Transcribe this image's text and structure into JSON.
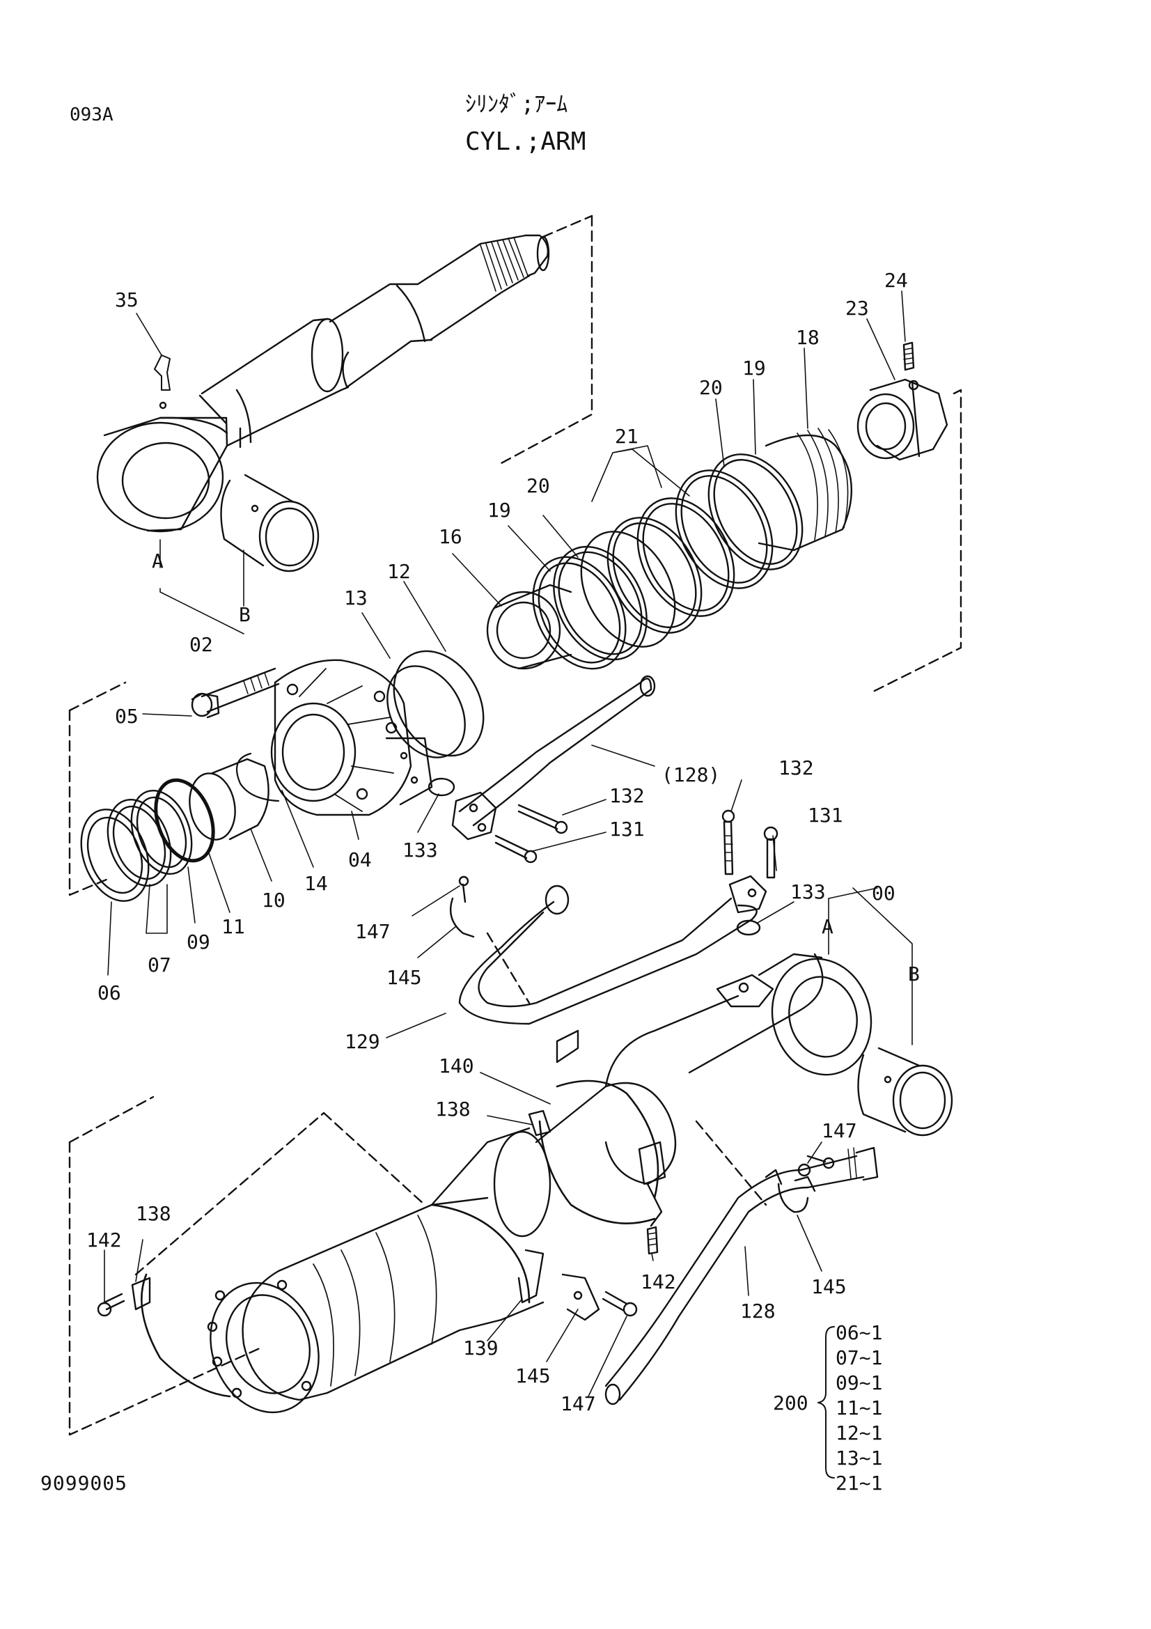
{
  "header": {
    "page_code": "093A",
    "title_jp": "ｼﾘﾝﾀﾞ;ｱｰﾑ",
    "title_en": "CYL.;ARM"
  },
  "footer": {
    "doc_number": "9099005"
  },
  "callouts": [
    {
      "id": "35",
      "label": "35"
    },
    {
      "id": "A_rod",
      "label": "A"
    },
    {
      "id": "B_rod",
      "label": "B"
    },
    {
      "id": "02",
      "label": "02"
    },
    {
      "id": "24",
      "label": "24"
    },
    {
      "id": "23",
      "label": "23"
    },
    {
      "id": "18",
      "label": "18"
    },
    {
      "id": "19a",
      "label": "19"
    },
    {
      "id": "20a",
      "label": "20"
    },
    {
      "id": "21",
      "label": "21"
    },
    {
      "id": "20b",
      "label": "20"
    },
    {
      "id": "19b",
      "label": "19"
    },
    {
      "id": "16",
      "label": "16"
    },
    {
      "id": "12",
      "label": "12"
    },
    {
      "id": "13",
      "label": "13"
    },
    {
      "id": "05",
      "label": "05"
    },
    {
      "id": "128p",
      "label": "(128)"
    },
    {
      "id": "132a",
      "label": "132"
    },
    {
      "id": "131a",
      "label": "131"
    },
    {
      "id": "133a",
      "label": "133"
    },
    {
      "id": "04",
      "label": "04"
    },
    {
      "id": "14",
      "label": "14"
    },
    {
      "id": "10",
      "label": "10"
    },
    {
      "id": "11",
      "label": "11"
    },
    {
      "id": "09",
      "label": "09"
    },
    {
      "id": "07",
      "label": "07"
    },
    {
      "id": "06",
      "label": "06"
    },
    {
      "id": "132b",
      "label": "132"
    },
    {
      "id": "131b",
      "label": "131"
    },
    {
      "id": "133b",
      "label": "133"
    },
    {
      "id": "00",
      "label": "00"
    },
    {
      "id": "A_tube",
      "label": "A"
    },
    {
      "id": "B_tube",
      "label": "B"
    },
    {
      "id": "147a",
      "label": "147"
    },
    {
      "id": "145a",
      "label": "145"
    },
    {
      "id": "129",
      "label": "129"
    },
    {
      "id": "140",
      "label": "140"
    },
    {
      "id": "138a",
      "label": "138"
    },
    {
      "id": "147b",
      "label": "147"
    },
    {
      "id": "138b",
      "label": "138"
    },
    {
      "id": "142a",
      "label": "142"
    },
    {
      "id": "142b",
      "label": "142"
    },
    {
      "id": "145b",
      "label": "145"
    },
    {
      "id": "128",
      "label": "128"
    },
    {
      "id": "139",
      "label": "139"
    },
    {
      "id": "145c",
      "label": "145"
    },
    {
      "id": "147c",
      "label": "147"
    }
  ],
  "seal_kit": {
    "label": "200",
    "items": [
      "06~1",
      "07~1",
      "09~1",
      "11~1",
      "12~1",
      "13~1",
      "21~1"
    ]
  }
}
